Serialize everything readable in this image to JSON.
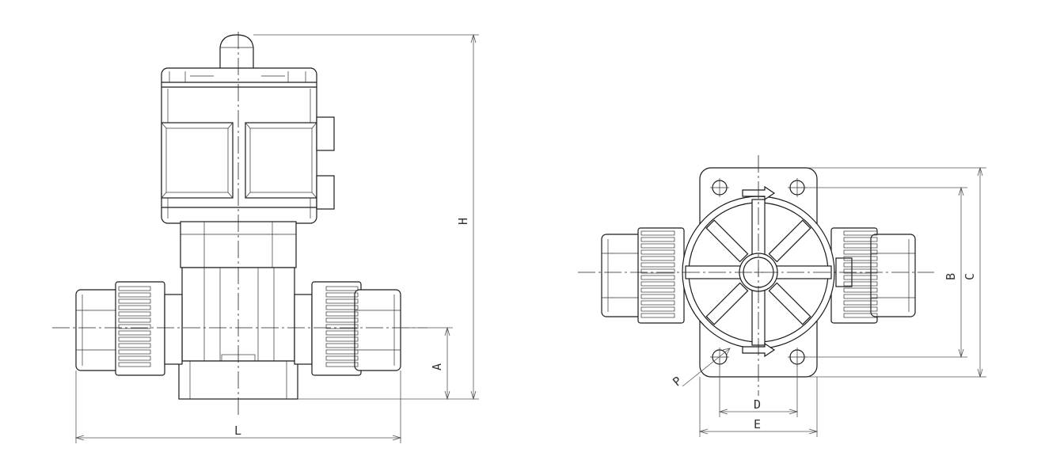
{
  "labels": {
    "H": "H",
    "A": "A",
    "L": "L",
    "B": "B",
    "C": "C",
    "D": "D",
    "E": "E",
    "P": "P"
  },
  "colors": {
    "line": "#1a1a1a",
    "dimension": "#555555",
    "background": "#ffffff"
  }
}
